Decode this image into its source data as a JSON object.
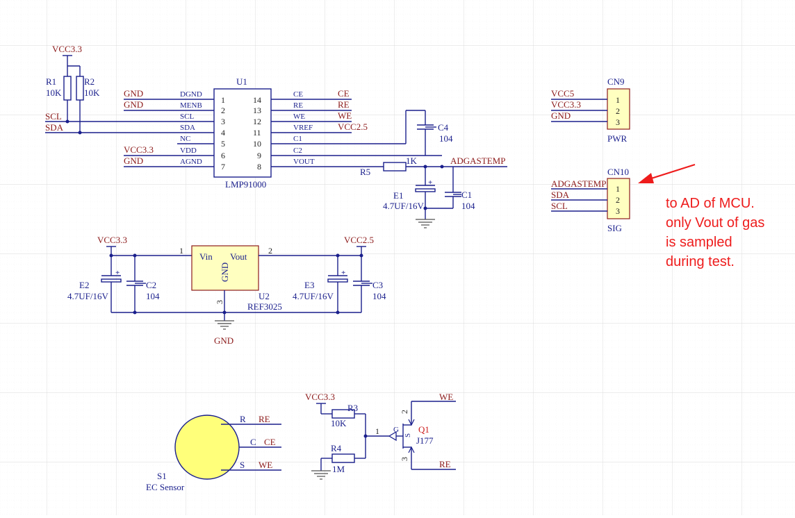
{
  "colors": {
    "wire": "#1a1f8c",
    "net": "#8c1a1a",
    "chip_fill": "#ffffc0",
    "note": "#ee1c1c",
    "sensor": "#ffff7a",
    "grid": "#d9d9d9"
  },
  "power": {
    "vcc33_top": "VCC3.3",
    "vcc33_reg": "VCC3.3",
    "vcc25_reg": "VCC2.5",
    "vcc33_q1": "VCC3.3",
    "gnd_reg": "GND"
  },
  "resistors": {
    "r1": {
      "ref": "R1",
      "value": "10K"
    },
    "r2": {
      "ref": "R2",
      "value": "10K"
    },
    "r3": {
      "ref": "R3",
      "value": "10K"
    },
    "r4": {
      "ref": "R4",
      "value": "1M"
    },
    "r5": {
      "ref": "R5",
      "value": "1K"
    }
  },
  "caps": {
    "c1": {
      "ref": "C1",
      "value": "104"
    },
    "c2": {
      "ref": "C2",
      "value": "104"
    },
    "c3": {
      "ref": "C3",
      "value": "104"
    },
    "c4": {
      "ref": "C4",
      "value": "104"
    },
    "e1": {
      "ref": "E1",
      "value": "4.7UF/16V"
    },
    "e2": {
      "ref": "E2",
      "value": "4.7UF/16V"
    },
    "e3": {
      "ref": "E3",
      "value": "4.7UF/16V"
    }
  },
  "u1": {
    "ref": "U1",
    "part": "LMP91000",
    "left_nets": [
      "GND",
      "GND",
      "SCL",
      "SDA",
      "",
      "VCC3.3",
      "GND"
    ],
    "left_pins": [
      "DGND",
      "MENB",
      "SCL",
      "SDA",
      "NC",
      "VDD",
      "AGND"
    ],
    "left_nums": [
      "1",
      "2",
      "3",
      "4",
      "5",
      "6",
      "7"
    ],
    "right_pins": [
      "CE",
      "RE",
      "WE",
      "VREF",
      "C1",
      "C2",
      "VOUT"
    ],
    "right_nums": [
      "14",
      "13",
      "12",
      "11",
      "10",
      "9",
      "8"
    ],
    "right_nets": [
      "CE",
      "RE",
      "WE",
      "VCC2.5",
      "",
      "",
      ""
    ]
  },
  "left_bus": {
    "scl": "SCL",
    "sda": "SDA"
  },
  "adgastemp": "ADGASTEMP",
  "u2": {
    "ref": "U2",
    "part": "REF3025",
    "vin": "Vin",
    "vout": "Vout",
    "gnd": "GND",
    "pin1": "1",
    "pin2": "2",
    "pin3": "3"
  },
  "cn9": {
    "ref": "CN9",
    "name": "PWR",
    "nets": [
      "VCC5",
      "VCC3.3",
      "GND"
    ],
    "pins": [
      "1",
      "2",
      "3"
    ]
  },
  "cn10": {
    "ref": "CN10",
    "name": "SIG",
    "nets": [
      "ADGASTEMP",
      "SDA",
      "SCL"
    ],
    "pins": [
      "1",
      "2",
      "3"
    ]
  },
  "sensor": {
    "ref": "S1",
    "name": "EC Sensor",
    "pins": [
      "R",
      "C",
      "S"
    ],
    "nets": [
      "RE",
      "CE",
      "WE"
    ]
  },
  "q1": {
    "ref": "Q1",
    "part": "J177",
    "net_top": "WE",
    "net_bottom": "RE",
    "pin_d": "2",
    "pin_s": "3",
    "pin_g": "1",
    "g_label": "G",
    "s_label": "S"
  },
  "note": {
    "lines": [
      "to AD of MCU.",
      "only Vout of gas",
      "is sampled",
      "during test."
    ]
  }
}
